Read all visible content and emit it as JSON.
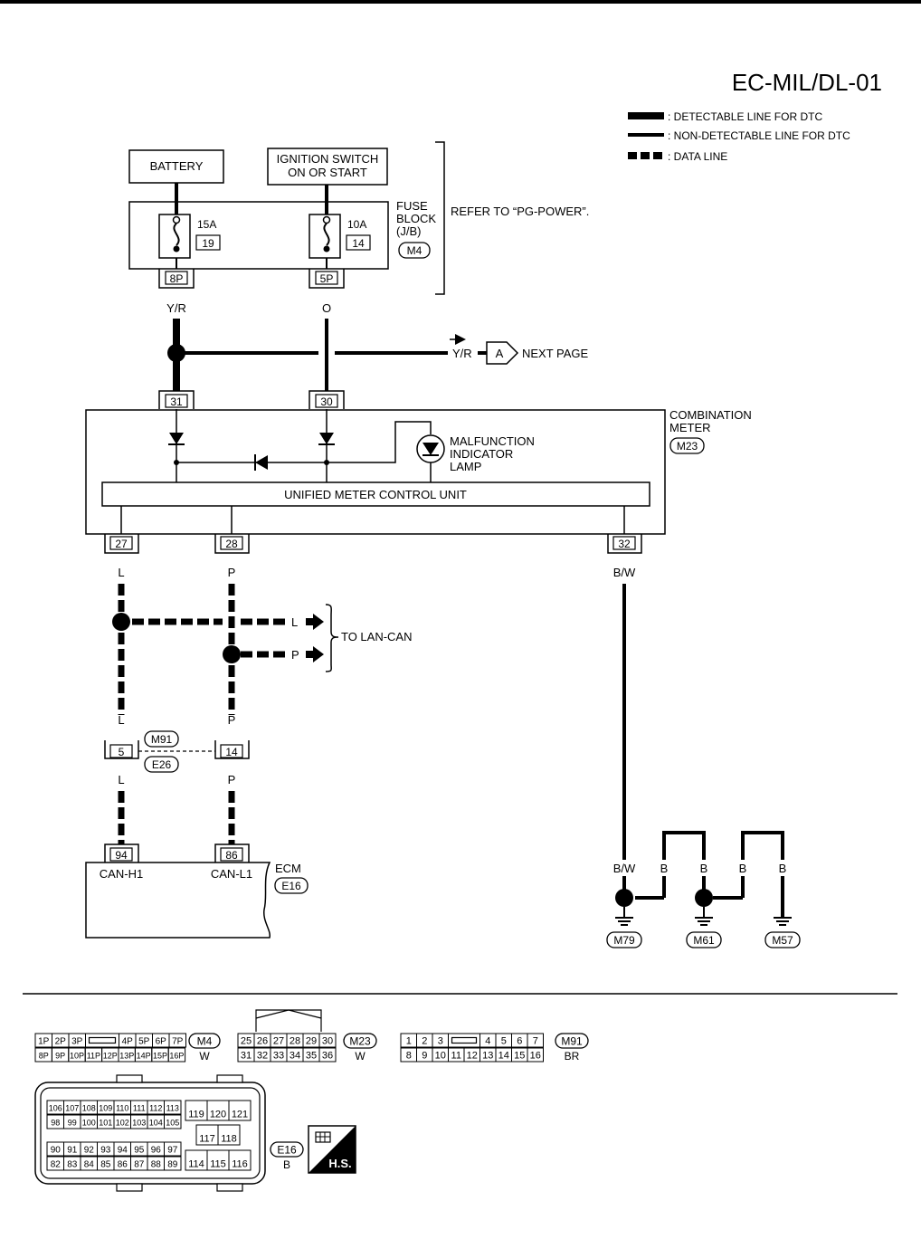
{
  "title": "EC-MIL/DL-01",
  "legend": {
    "detectable": ": DETECTABLE LINE FOR DTC",
    "non_detectable": ": NON-DETECTABLE LINE FOR DTC",
    "data_line": ": DATA LINE"
  },
  "power": {
    "battery": "BATTERY",
    "ignition_line1": "IGNITION SWITCH",
    "ignition_line2": "ON OR START"
  },
  "fuse_block": {
    "label_line1": "FUSE",
    "label_line2": "BLOCK",
    "label_line3": "(J/B)",
    "connector": "M4",
    "refer": "REFER TO “PG-POWER”.",
    "fuse1_amp": "15A",
    "fuse1_no": "19",
    "fuse2_amp": "10A",
    "fuse2_no": "14",
    "pin1": "8P",
    "pin2": "5P"
  },
  "wires": {
    "yr": "Y/R",
    "o": "O",
    "l": "L",
    "p": "P",
    "bw": "B/W",
    "b": "B"
  },
  "next_page": {
    "wire": "Y/R",
    "ref": "A",
    "text": "NEXT PAGE"
  },
  "combination_meter": {
    "label_line1": "COMBINATION",
    "label_line2": "METER",
    "connector": "M23",
    "pin31": "31",
    "pin30": "30",
    "pin27": "27",
    "pin28": "28",
    "pin32": "32",
    "mil_line1": "MALFUNCTION",
    "mil_line2": "INDICATOR",
    "mil_line3": "LAMP",
    "control_unit": "UNIFIED METER CONTROL UNIT"
  },
  "lan_can": {
    "text": "TO LAN-CAN"
  },
  "junction": {
    "conn1": "M91",
    "conn2": "E26",
    "pin5": "5",
    "pin14": "14"
  },
  "ecm": {
    "label": "ECM",
    "connector": "E16",
    "pin94": "94",
    "pin86": "86",
    "can_h": "CAN-H1",
    "can_l": "CAN-L1"
  },
  "grounds": {
    "g1": "M79",
    "g2": "M61",
    "g3": "M57"
  },
  "connectors": {
    "m4": {
      "id": "M4",
      "color": "W",
      "row1": [
        "1P",
        "2P",
        "3P",
        "",
        "4P",
        "5P",
        "6P",
        "7P"
      ],
      "row2": [
        "8P",
        "9P",
        "10P",
        "11P",
        "12P",
        "13P",
        "14P",
        "15P",
        "16P"
      ]
    },
    "m23": {
      "id": "M23",
      "color": "W",
      "row1": [
        "25",
        "26",
        "27",
        "28",
        "29",
        "30"
      ],
      "row2": [
        "31",
        "32",
        "33",
        "34",
        "35",
        "36"
      ]
    },
    "m91": {
      "id": "M91",
      "color": "BR",
      "row1": [
        "1",
        "2",
        "3",
        "",
        "4",
        "5",
        "6",
        "7"
      ],
      "row2": [
        "8",
        "9",
        "10",
        "11",
        "12",
        "13",
        "14",
        "15",
        "16"
      ]
    },
    "e16": {
      "id": "E16",
      "color": "B",
      "left_row1": [
        "106",
        "107",
        "108",
        "109",
        "110",
        "111",
        "112",
        "113"
      ],
      "left_row2": [
        "98",
        "99",
        "100",
        "101",
        "102",
        "103",
        "104",
        "105"
      ],
      "left_row3": [
        "90",
        "91",
        "92",
        "93",
        "94",
        "95",
        "96",
        "97"
      ],
      "left_row4": [
        "82",
        "83",
        "84",
        "85",
        "86",
        "87",
        "88",
        "89"
      ],
      "right_row1": [
        "119",
        "120",
        "121"
      ],
      "right_row2": [
        "117",
        "118"
      ],
      "right_row3": [
        "114",
        "115",
        "116"
      ]
    }
  },
  "hs_badge": "H.S."
}
